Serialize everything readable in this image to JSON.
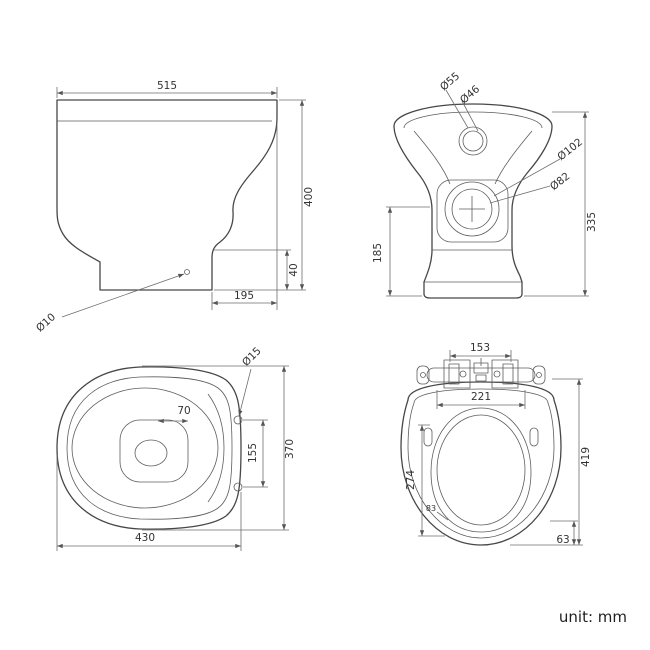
{
  "footer": {
    "unit_note": "unit: mm"
  },
  "side": {
    "width": "515",
    "height": "400",
    "outlet_height": "40",
    "base_depth": "195",
    "hole_dia": "Ø10"
  },
  "front": {
    "inlet_outer_dia": "Ø55",
    "inlet_inner_dia": "Ø46",
    "flush_outer_dia": "Ø102",
    "flush_inner_dia": "Ø82",
    "height": "335",
    "bowl_height": "185"
  },
  "plan": {
    "spot_width": "70",
    "fixing_hole_dia": "Ø15",
    "hole_spacing": "155",
    "width": "370",
    "length": "430"
  },
  "seat": {
    "hinge_span": "153",
    "top_width": "221",
    "opening_length": "274",
    "length": "419",
    "corner_offset": "63",
    "bumper": "83"
  }
}
